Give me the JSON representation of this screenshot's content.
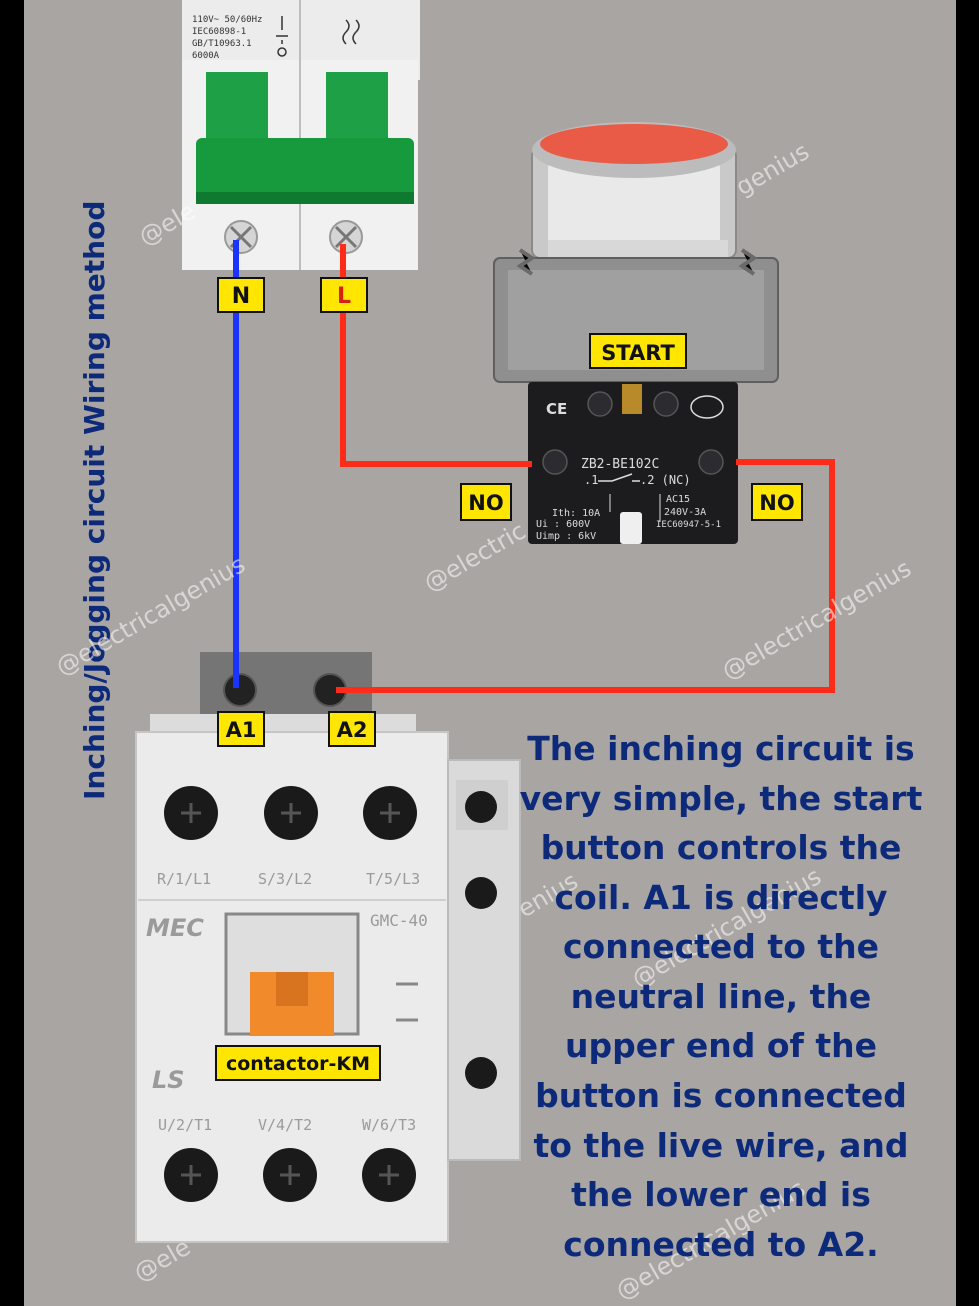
{
  "title": "Inching/Jogging circuit Wiring method",
  "labels": {
    "n": "N",
    "l": "L",
    "start": "START",
    "no_left": "NO",
    "no_right": "NO",
    "a1": "A1",
    "a2": "A2",
    "contactor": "contactor-KM"
  },
  "breaker": {
    "rating_lines": [
      "110V~ 50/60Hz",
      "IEC60898-1",
      "GB/T10963.1",
      "6000A"
    ]
  },
  "button": {
    "model": "ZB2-BE102C",
    "contact": ".1",
    "contact_nc": ".2 (NC)",
    "ith": "Ith: 10A",
    "ui": "Ui : 600V",
    "uimp": "Uimp : 6kV",
    "ac": "AC15",
    "ac_rating": "240V-3A",
    "standard": "IEC60947-5-1",
    "ce": "CE"
  },
  "contactor": {
    "top_terminals": [
      "R/1/L1",
      "S/3/L2",
      "T/5/L3"
    ],
    "bottom_terminals": [
      "U/2/T1",
      "V/4/T2",
      "W/6/T3"
    ],
    "brand": "MEC",
    "model": "GMC-40",
    "logo": "LS"
  },
  "description_lines": [
    "The inching circuit is",
    "very simple, the start",
    "button controls the",
    "coil. A1 is directly",
    "connected to the",
    "neutral line, the",
    "upper end of the",
    "button is connected",
    "to the live wire, and",
    "the lower end is",
    "connected to A2."
  ],
  "watermarks": [
    "@ele",
    "@electric",
    "genius",
    "@electricalgenius",
    "@electricalgenius",
    "enius",
    "@electricalgenius",
    "@ele",
    "@electricalgenius"
  ],
  "colors": {
    "background": "#a9a5a2",
    "neutral_wire": "#1a33ff",
    "live_wire": "#ff2a17",
    "label_fill": "#ffe600",
    "text_blue": "#0d2a7a",
    "breaker_green": "#179a3d",
    "button_red": "#e95b47"
  }
}
